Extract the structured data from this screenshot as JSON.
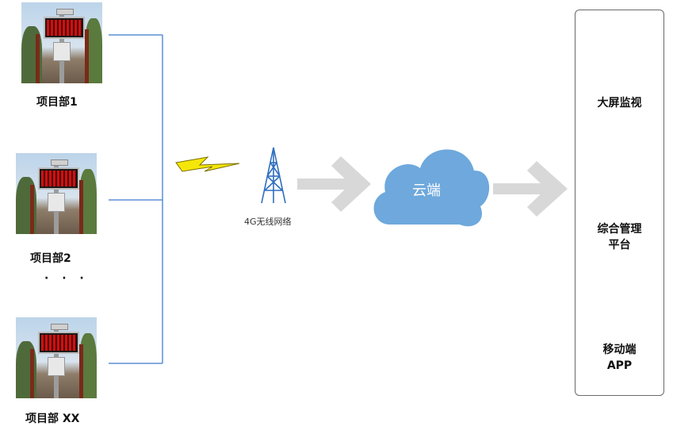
{
  "stations": [
    {
      "label": "项目部1"
    },
    {
      "label": "项目部2"
    },
    {
      "label": "项目部 XX"
    }
  ],
  "ellipsis": "· · ·",
  "network": {
    "tower_label": "4G无线网络"
  },
  "cloud": {
    "label": "云端"
  },
  "terminals": [
    {
      "label": "大屏监视",
      "icon": "video-wall-icon"
    },
    {
      "label_line1": "综合管理",
      "label_line2": "平台",
      "icon": "computer-icon"
    },
    {
      "label_line1": "移动端",
      "label_line2": "APP",
      "icon": "smartphone-icon"
    }
  ],
  "colors": {
    "connector": "#5b8fd6",
    "cloud": "#6ea8dc",
    "arrow": "#d8d8d8",
    "lightning_fill": "#f5e60a",
    "tower": "#2e6fc0"
  }
}
